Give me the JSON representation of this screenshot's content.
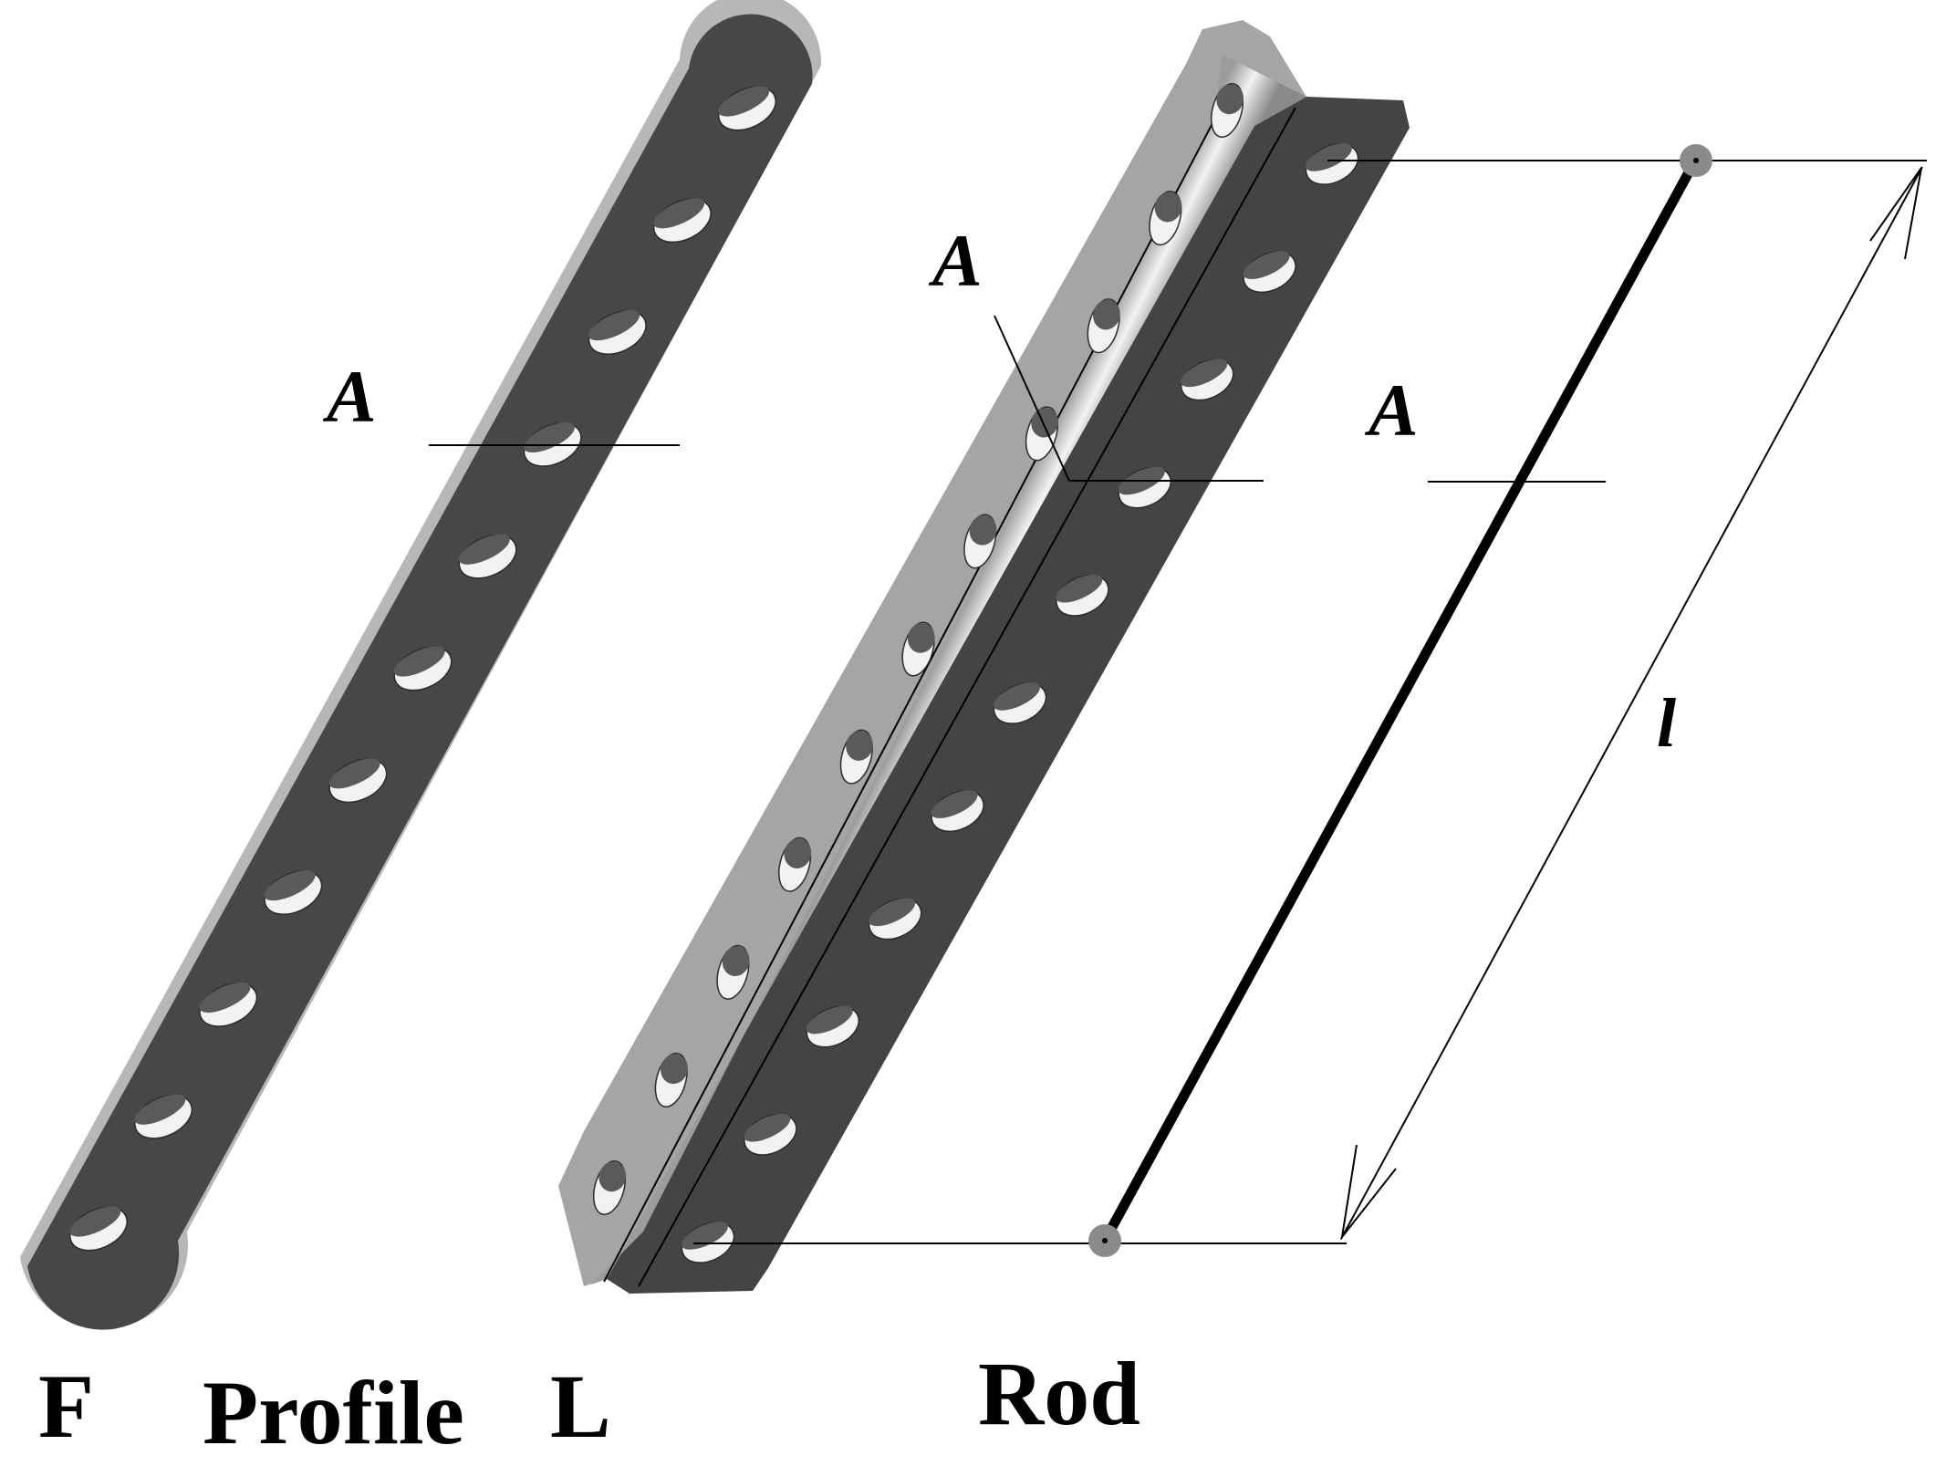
{
  "figure": {
    "section_label": "A",
    "length_label": "l",
    "captions": {
      "flat_profile_letter": "F",
      "profile_word": "Profile",
      "angle_profile_letter": "L",
      "rod_word": "Rod"
    }
  },
  "colors": {
    "background": "#ffffff",
    "flat_face": "#474747",
    "flat_edge": "#b7b7b7",
    "angle_top_face": "#a5a5a5",
    "angle_side_face": "#444444",
    "hole_light": "#f2f2f2",
    "hole_shadow": "#5a5a5a",
    "rod": "#000000",
    "rod_end": "#8a8a8a",
    "lines": "#000000"
  },
  "holes": {
    "flat_profile": 11,
    "angle_profile_top_flange": 11,
    "angle_profile_side_flange": 11
  }
}
